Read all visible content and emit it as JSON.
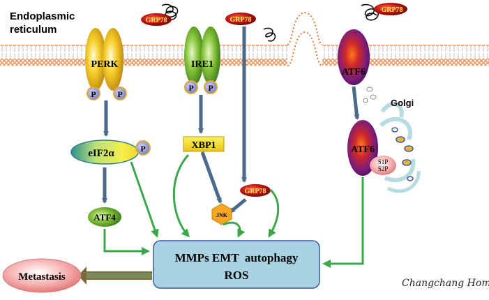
{
  "compartments": {
    "er": {
      "line1": "Endoplasmic",
      "line2": "reticulum"
    },
    "golgi": "Golgi"
  },
  "proteins": {
    "perk": "PERK",
    "ire1": "IRE1",
    "atf6": "ATF6",
    "atf6_golgi": "ATF6",
    "eif2a": "eIF2α",
    "xbp1": "XBP1",
    "atf4": "ATF4",
    "jnk": "JNK",
    "s1p": "S1P",
    "s2p": "S2P",
    "phospho": "P"
  },
  "chaperones": {
    "grp78_a": "GRP78",
    "grp78_b": "GRP78",
    "grp78_c": "GRP78",
    "grp78_d": "GRP78"
  },
  "outputs": {
    "box_line1": "MMPs EMT  autophagy",
    "box_line2": "ROS",
    "metastasis": "Metastasis"
  },
  "signature": "Changchang Hom",
  "colors": {
    "arrow_grey": "#4a6a8a",
    "arrow_green": "#3aa84a",
    "box_fill": "#a9d3e3",
    "metastasis_fill": "#f2b0b0",
    "membrane": "#e8732a"
  }
}
